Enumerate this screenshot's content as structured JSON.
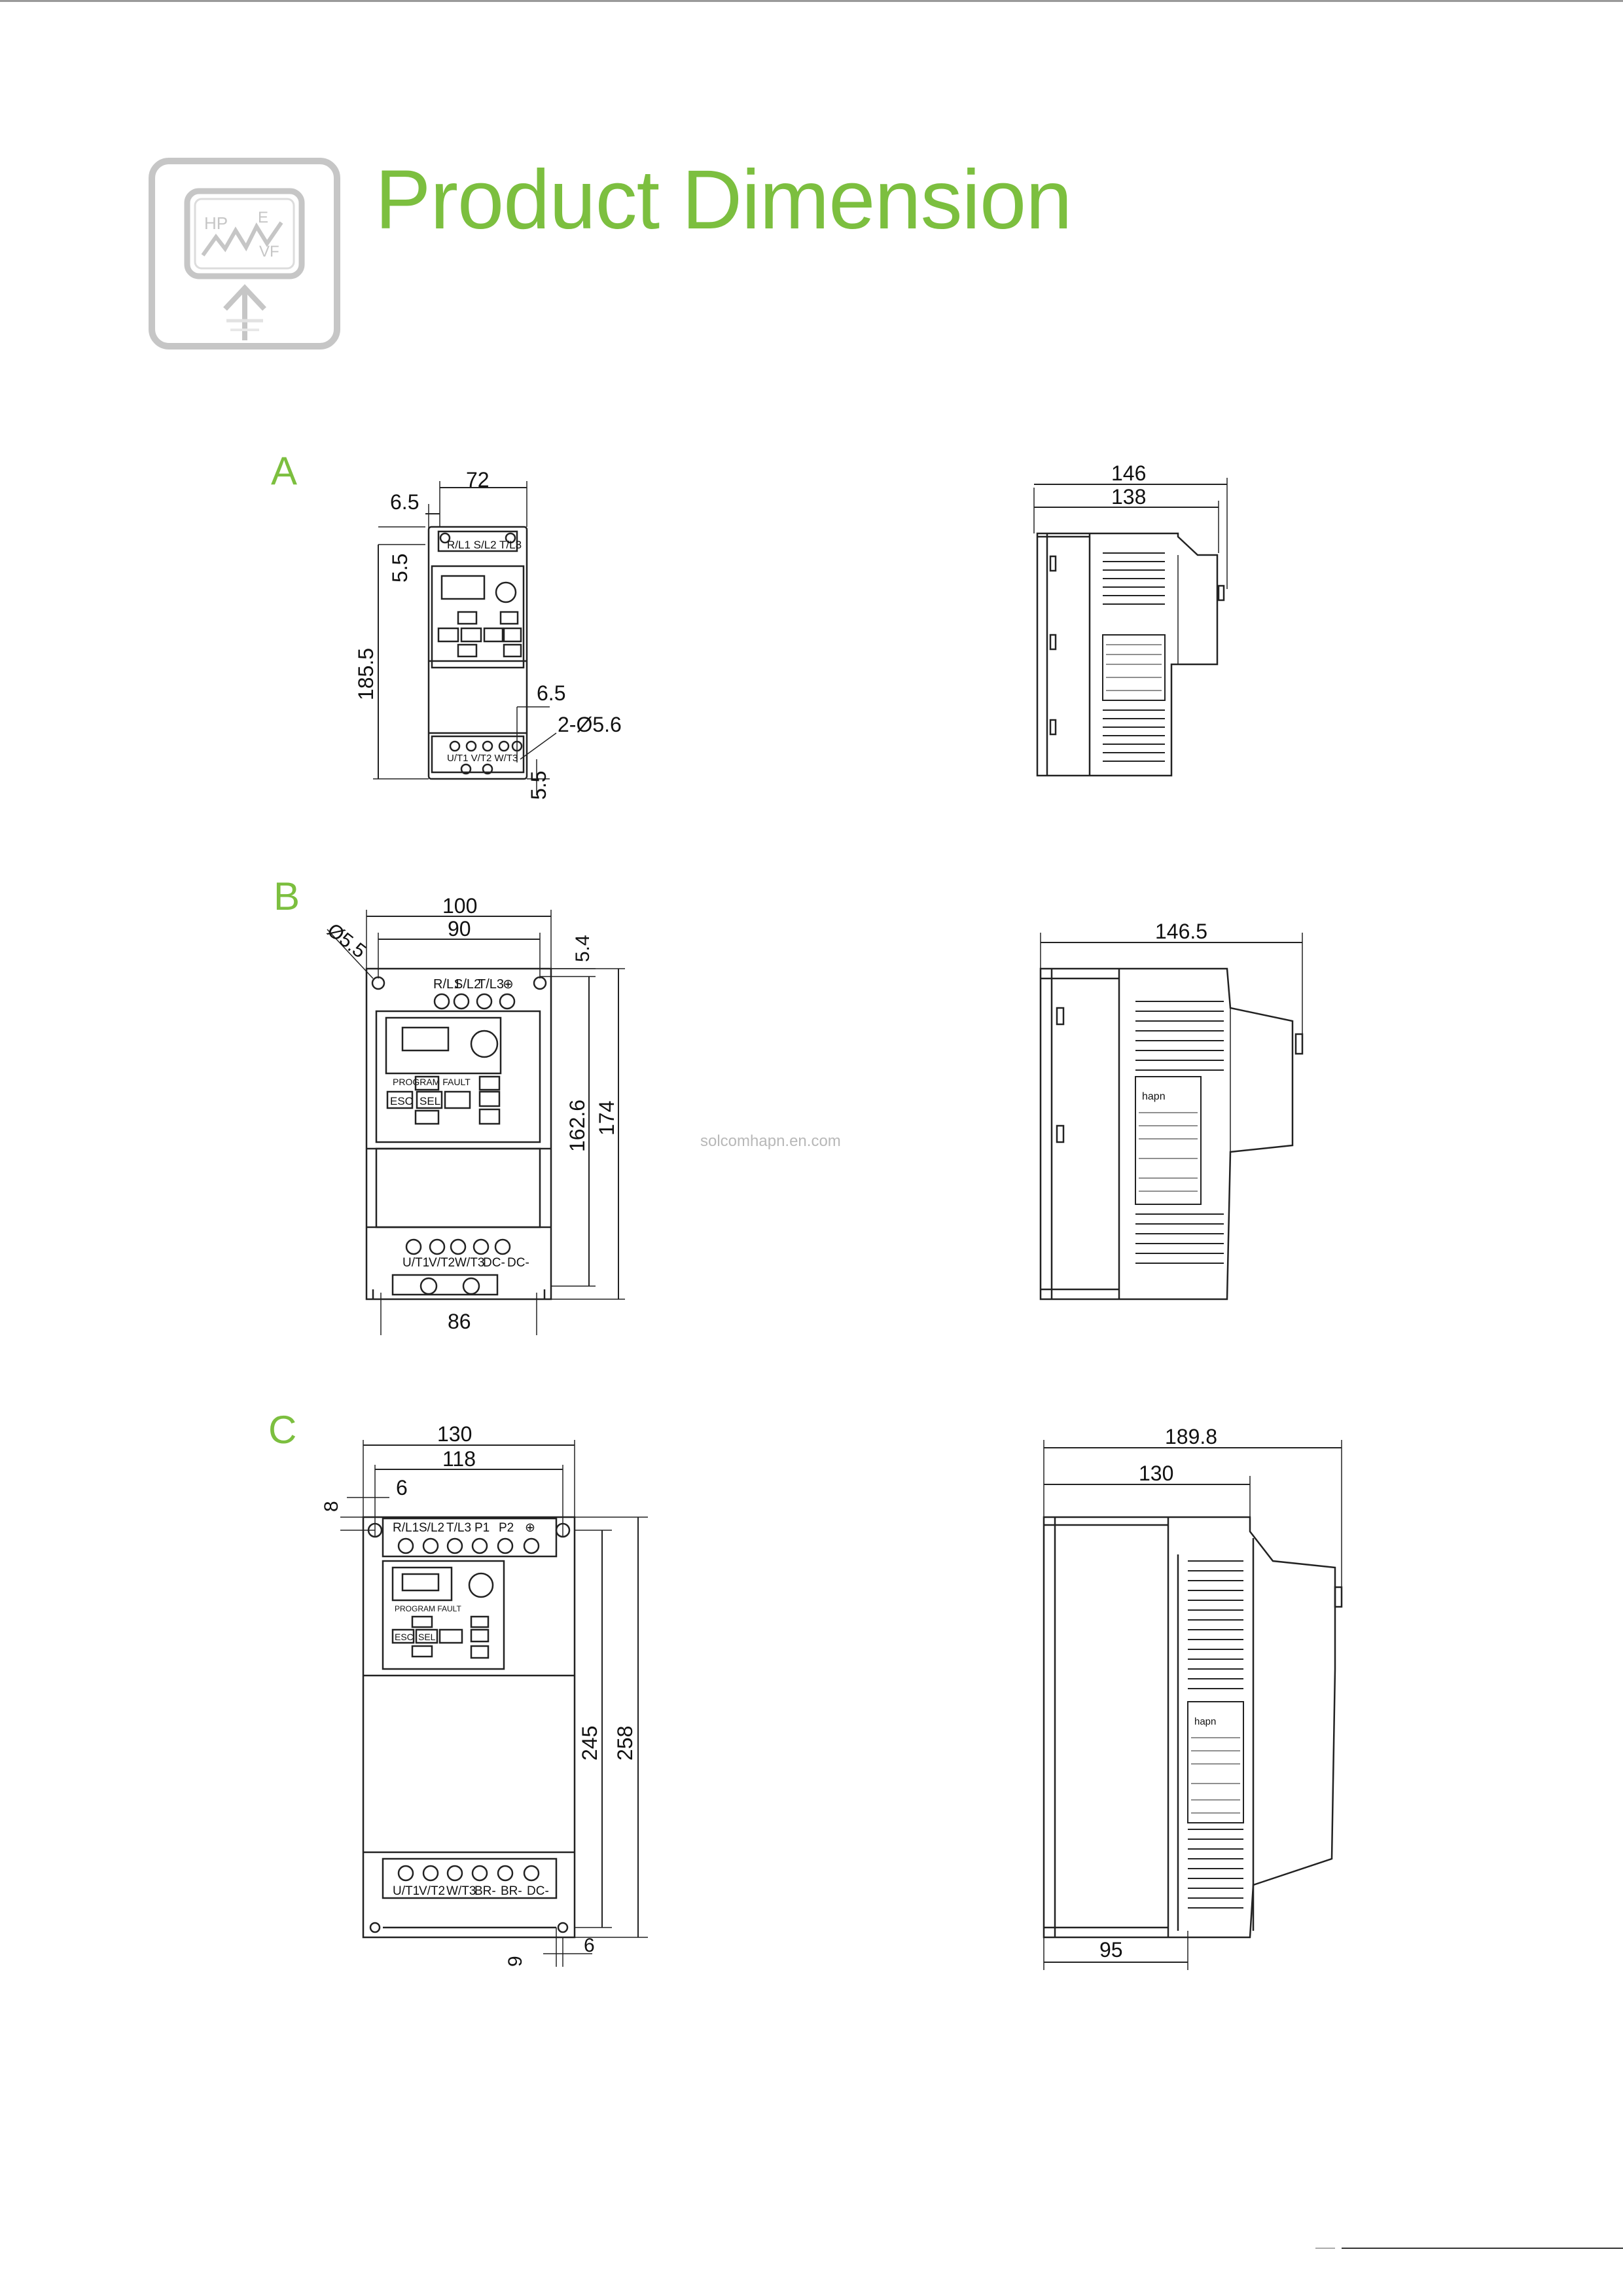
{
  "title": "Product Dimension",
  "logo": {
    "icon": "frequency-inverter-icon",
    "texts": [
      "HP",
      "E",
      "VF"
    ]
  },
  "sections": [
    {
      "letter": "A",
      "front_dims": [
        "72",
        "6.5",
        "5.5",
        "185.5",
        "6.5",
        "2-Ø5.6",
        "5.5"
      ],
      "side_dims": [
        "146",
        "138"
      ],
      "top_terminals": "R/L1 S/L2 T/L3",
      "bottom_terminals": "U/T1 V/T2 W/T3"
    },
    {
      "letter": "B",
      "front_dims": [
        "100",
        "90",
        "Ø5.5",
        "5.4",
        "162.6",
        "174",
        "86"
      ],
      "side_dims": [
        "146.5"
      ],
      "top_terminals": [
        "R/L1",
        "S/L2",
        "T/L3",
        "⊕"
      ],
      "bottom_terminals": [
        "U/T1",
        "V/T2",
        "W/T3",
        "DC-",
        "DC-"
      ]
    },
    {
      "letter": "C",
      "front_dims": [
        "130",
        "118",
        "8",
        "6",
        "245",
        "258",
        "9",
        "6"
      ],
      "side_dims": [
        "189.8",
        "130",
        "95"
      ],
      "top_terminals": [
        "R/L1",
        "S/L2",
        "T/L3",
        "P1",
        "P2",
        "⊕"
      ],
      "bottom_terminals": [
        "U/T1",
        "V/T2",
        "W/T3",
        "BR-",
        "BR-",
        "DC-"
      ]
    }
  ],
  "keypad": {
    "brand": "hapn",
    "program_fault": "PROGRAM FAULT",
    "esc": "ESC",
    "sel": "SEL"
  },
  "watermark": "solcomhapn.en.com"
}
